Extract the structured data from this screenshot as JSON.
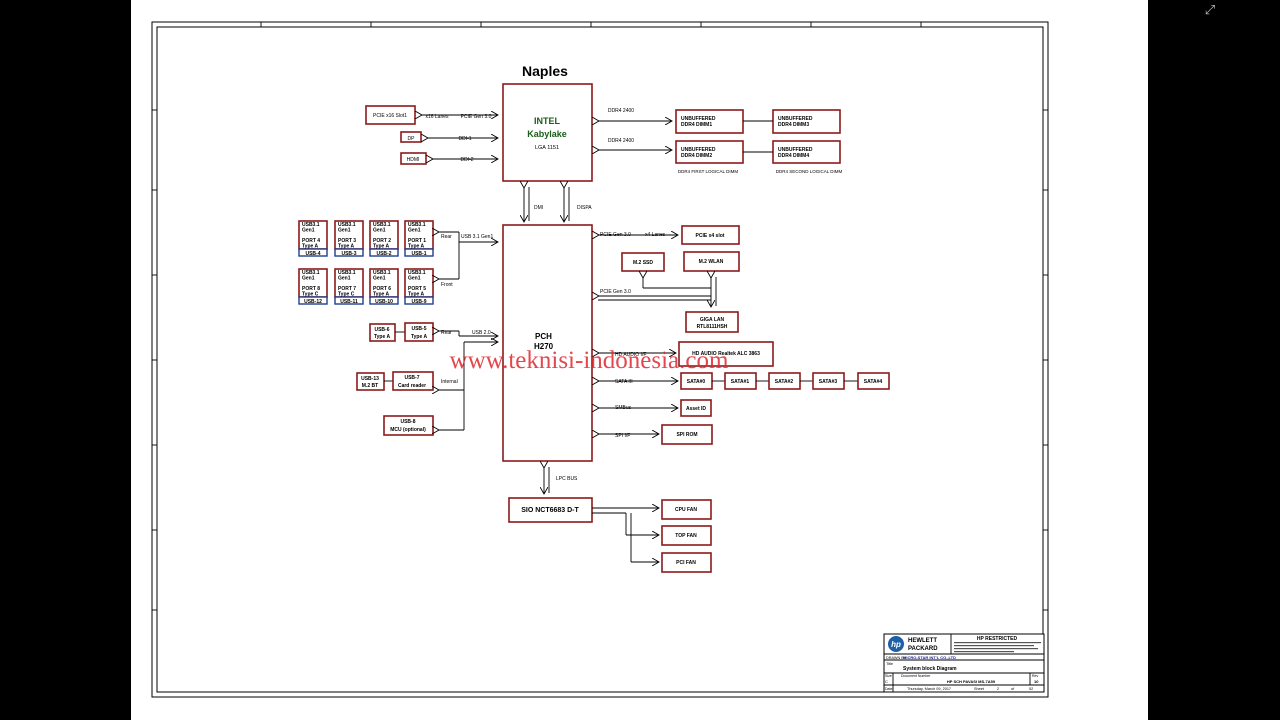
{
  "title": "Naples",
  "cpu": {
    "l1": "INTEL",
    "l2": "Kabylake",
    "l3": "LGA 1151"
  },
  "pch": {
    "l1": "PCH",
    "l2": "H270"
  },
  "sio": "SIO NCT6683 D-T",
  "pcie_x16": "PCIE x16 Slot1",
  "x16_lanes": "x16 Lanes",
  "pcie_gen3": "PCIE Gen 3.0",
  "dp": "DP",
  "ddi1": "DDI-1",
  "hdmi": "HDMI",
  "ddi2": "DDI-2",
  "ddr4_1": "DDR4 2400",
  "ddr4_2": "DDR4 2400",
  "dimm1": [
    "UNBUFFERED",
    "DDR4  DIMM1"
  ],
  "dimm2": [
    "UNBUFFERED",
    "DDR4  DIMM2"
  ],
  "dimm3": [
    "UNBUFFERED",
    "DDR4  DIMM3"
  ],
  "dimm4": [
    "UNBUFFERED",
    "DDR4  DIMM4"
  ],
  "first_logical": "DDR4 FIRST LOGICAL DIMM",
  "second_logical": "DDR4 SECOND LOGICAL DIMM",
  "dmi": "DMI",
  "dispa": "DISPA",
  "pcie_x4_gen": "PCIE Gen 3.0",
  "x4_lanes": "x4 Lanes",
  "pcie_x4": "PCIE x4 slot",
  "m2_ssd": "M.2 SSD",
  "m2_wlan": "M.2 WLAN",
  "pcie_gen3_b": "PCIE Gen 3.0",
  "giga_lan": [
    "GIGA LAN",
    "RTL8111HSH"
  ],
  "hd_audio_if": "HD AUDIO I/F",
  "hd_audio": "HD AUDIO Realtek ALC 3863",
  "sata_iii": "SATA III",
  "sata": [
    "SATA#0",
    "SATA#1",
    "SATA#2",
    "SATA#3",
    "SATA#4"
  ],
  "smbus": "SMBus",
  "asset_id": "Asset ID",
  "spi_if": "SPI I/F",
  "spi_rom": "SPI ROM",
  "lpc_bus": "LPC BUS",
  "fans": [
    "CPU FAN",
    "TOP FAN",
    "PCI FAN"
  ],
  "rear": "Rear",
  "usb31": "USB 3.1 Gen1",
  "front": "Front",
  "rear2": "Rear",
  "usb20": "USB 2.0",
  "internal": "Internal",
  "usb_top": [
    {
      "lines": [
        "USB3.1",
        "Gen1",
        "",
        "PORT 4",
        "Type A"
      ],
      "tag": "USB-4"
    },
    {
      "lines": [
        "USB3.1",
        "Gen1",
        "",
        "PORT 3",
        "Type A"
      ],
      "tag": "USB-3"
    },
    {
      "lines": [
        "USB3.1",
        "Gen1",
        "",
        "PORT 2",
        "Type A"
      ],
      "tag": "USB-2"
    },
    {
      "lines": [
        "USB3.1",
        "Gen1",
        "",
        "PORT 1",
        "Type A"
      ],
      "tag": "USB-1"
    }
  ],
  "usb_mid": [
    {
      "lines": [
        "USB3.1",
        "Gen1",
        "",
        "PORT 8",
        "Type C"
      ],
      "tag": "USB-12"
    },
    {
      "lines": [
        "USB3.1",
        "Gen1",
        "",
        "PORT 7",
        "Type C"
      ],
      "tag": "USB-11"
    },
    {
      "lines": [
        "USB3.1",
        "Gen1",
        "",
        "PORT 6",
        "Type A"
      ],
      "tag": "USB-10"
    },
    {
      "lines": [
        "USB3.1",
        "Gen1",
        "",
        "PORT 5",
        "Type A"
      ],
      "tag": "USB-9"
    }
  ],
  "usb6": [
    "USB-6",
    "Type A"
  ],
  "usb5": [
    "USB-5",
    "Type A"
  ],
  "usb13": [
    "USB-13",
    "M.2 BT"
  ],
  "usb7": [
    "USB-7",
    "Card reader"
  ],
  "usb8": [
    "USB-8",
    "MCU  (optional)"
  ],
  "watermark": "www.teknisi-indonesia.com",
  "title_block": {
    "brand1": "HEWLETT",
    "brand2": "PACKARD",
    "restricted": "HP RESTRICTED",
    "drawn_by": "DRAWN BY",
    "company": "MICRO-STAR INT'L CO.,LTD",
    "title_label": "Title",
    "title": "System block Diagram",
    "size": "Size",
    "size_val": "C",
    "doc_label": "Document Number",
    "doc": "HP SCH PAVASI MS-7A59",
    "rev": "Rev",
    "rev_val": "10",
    "date_label": "Date",
    "date": "Thursday, March 09, 2017",
    "sheet": "Sheet",
    "sheet_val": "2",
    "of": "of",
    "total": "52"
  },
  "colors": {
    "box": "#8b1a1a",
    "usb_tag": "#1f3f8f",
    "watermark": "#e0282e",
    "hp_logo": "#1f5fa8"
  }
}
